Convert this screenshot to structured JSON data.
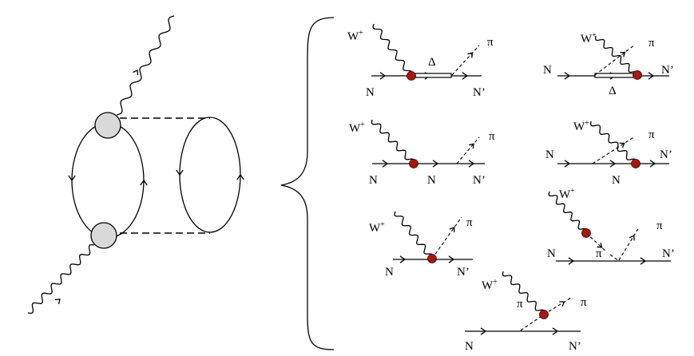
{
  "colors": {
    "vertex": "#a31a12",
    "blob": "#d9d9d9",
    "line": "#000000"
  },
  "labels": {
    "W": "W",
    "plus": "+",
    "N": "N",
    "Nprime": "N’",
    "pi": "π",
    "Delta": "Δ"
  }
}
